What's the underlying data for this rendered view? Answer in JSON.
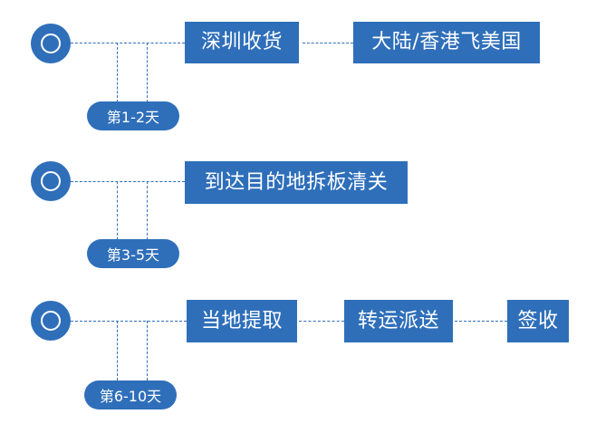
{
  "stages": [
    {
      "day_label": "第1-2天",
      "steps": [
        "深圳收货",
        "大陆/香港飞美国"
      ]
    },
    {
      "day_label": "第3-5天",
      "steps": [
        "到达目的地拆板清关"
      ]
    },
    {
      "day_label": "第6-10天",
      "steps": [
        "当地提取",
        "转运派送",
        "签收"
      ]
    }
  ],
  "colors": {
    "primary": "#2f6fba",
    "text_on_primary": "#ffffff",
    "background": "#ffffff"
  },
  "icons": [
    "circle-marker-icon"
  ]
}
